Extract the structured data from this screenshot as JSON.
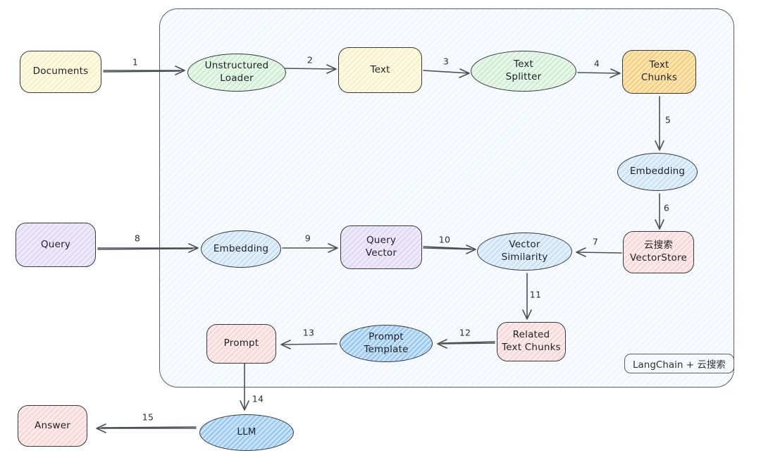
{
  "diagram": {
    "type": "flowchart",
    "frame_label": "LangChain + 云搜索",
    "palette": {
      "frame_fill": "#f8fbfd",
      "frame_border": "#5b6067",
      "node_border": "#363a40",
      "arrow": "#4b5056",
      "yellow": "#fdf9e3",
      "green": "#e6f6e8",
      "orange": "#fce4af",
      "light_blue": "#e1effb",
      "dark_blue": "#c6e2f8",
      "purple": "#ede8fa",
      "pink": "#fbe8e8"
    },
    "nodes": [
      {
        "id": "documents",
        "label": "Documents",
        "shape": "rectangle",
        "color": "yellow"
      },
      {
        "id": "unstructured-loader",
        "label": "Unstructured\nLoader",
        "shape": "ellipse",
        "color": "green"
      },
      {
        "id": "text",
        "label": "Text",
        "shape": "rectangle",
        "color": "yellow"
      },
      {
        "id": "text-splitter",
        "label": "Text\nSplitter",
        "shape": "ellipse",
        "color": "green"
      },
      {
        "id": "text-chunks",
        "label": "Text\nChunks",
        "shape": "rectangle",
        "color": "orange"
      },
      {
        "id": "embedding-docs",
        "label": "Embedding",
        "shape": "ellipse",
        "color": "light_blue"
      },
      {
        "id": "vectorstore",
        "label": "云搜索\nVectorStore",
        "shape": "rectangle",
        "color": "pink"
      },
      {
        "id": "query",
        "label": "Query",
        "shape": "rectangle",
        "color": "purple"
      },
      {
        "id": "embedding-query",
        "label": "Embedding",
        "shape": "ellipse",
        "color": "light_blue"
      },
      {
        "id": "query-vector",
        "label": "Query\nVector",
        "shape": "rectangle",
        "color": "purple"
      },
      {
        "id": "vector-similarity",
        "label": "Vector\nSimilarity",
        "shape": "ellipse",
        "color": "light_blue"
      },
      {
        "id": "related-text-chunks",
        "label": "Related\nText Chunks",
        "shape": "rectangle",
        "color": "pink"
      },
      {
        "id": "prompt-template",
        "label": "Prompt\nTemplate",
        "shape": "ellipse",
        "color": "dark_blue"
      },
      {
        "id": "prompt",
        "label": "Prompt",
        "shape": "rectangle",
        "color": "pink"
      },
      {
        "id": "llm",
        "label": "LLM",
        "shape": "ellipse",
        "color": "dark_blue"
      },
      {
        "id": "answer",
        "label": "Answer",
        "shape": "rectangle",
        "color": "pink"
      }
    ],
    "edges": [
      {
        "label": "1",
        "from": "documents",
        "to": "unstructured-loader"
      },
      {
        "label": "2",
        "from": "unstructured-loader",
        "to": "text"
      },
      {
        "label": "3",
        "from": "text",
        "to": "text-splitter"
      },
      {
        "label": "4",
        "from": "text-splitter",
        "to": "text-chunks"
      },
      {
        "label": "5",
        "from": "text-chunks",
        "to": "embedding-docs"
      },
      {
        "label": "6",
        "from": "embedding-docs",
        "to": "vectorstore"
      },
      {
        "label": "7",
        "from": "vectorstore",
        "to": "vector-similarity"
      },
      {
        "label": "8",
        "from": "query",
        "to": "embedding-query"
      },
      {
        "label": "9",
        "from": "embedding-query",
        "to": "query-vector"
      },
      {
        "label": "10",
        "from": "query-vector",
        "to": "vector-similarity"
      },
      {
        "label": "11",
        "from": "vector-similarity",
        "to": "related-text-chunks"
      },
      {
        "label": "12",
        "from": "related-text-chunks",
        "to": "prompt-template"
      },
      {
        "label": "13",
        "from": "prompt-template",
        "to": "prompt"
      },
      {
        "label": "14",
        "from": "prompt",
        "to": "llm"
      },
      {
        "label": "15",
        "from": "llm",
        "to": "answer"
      }
    ]
  }
}
